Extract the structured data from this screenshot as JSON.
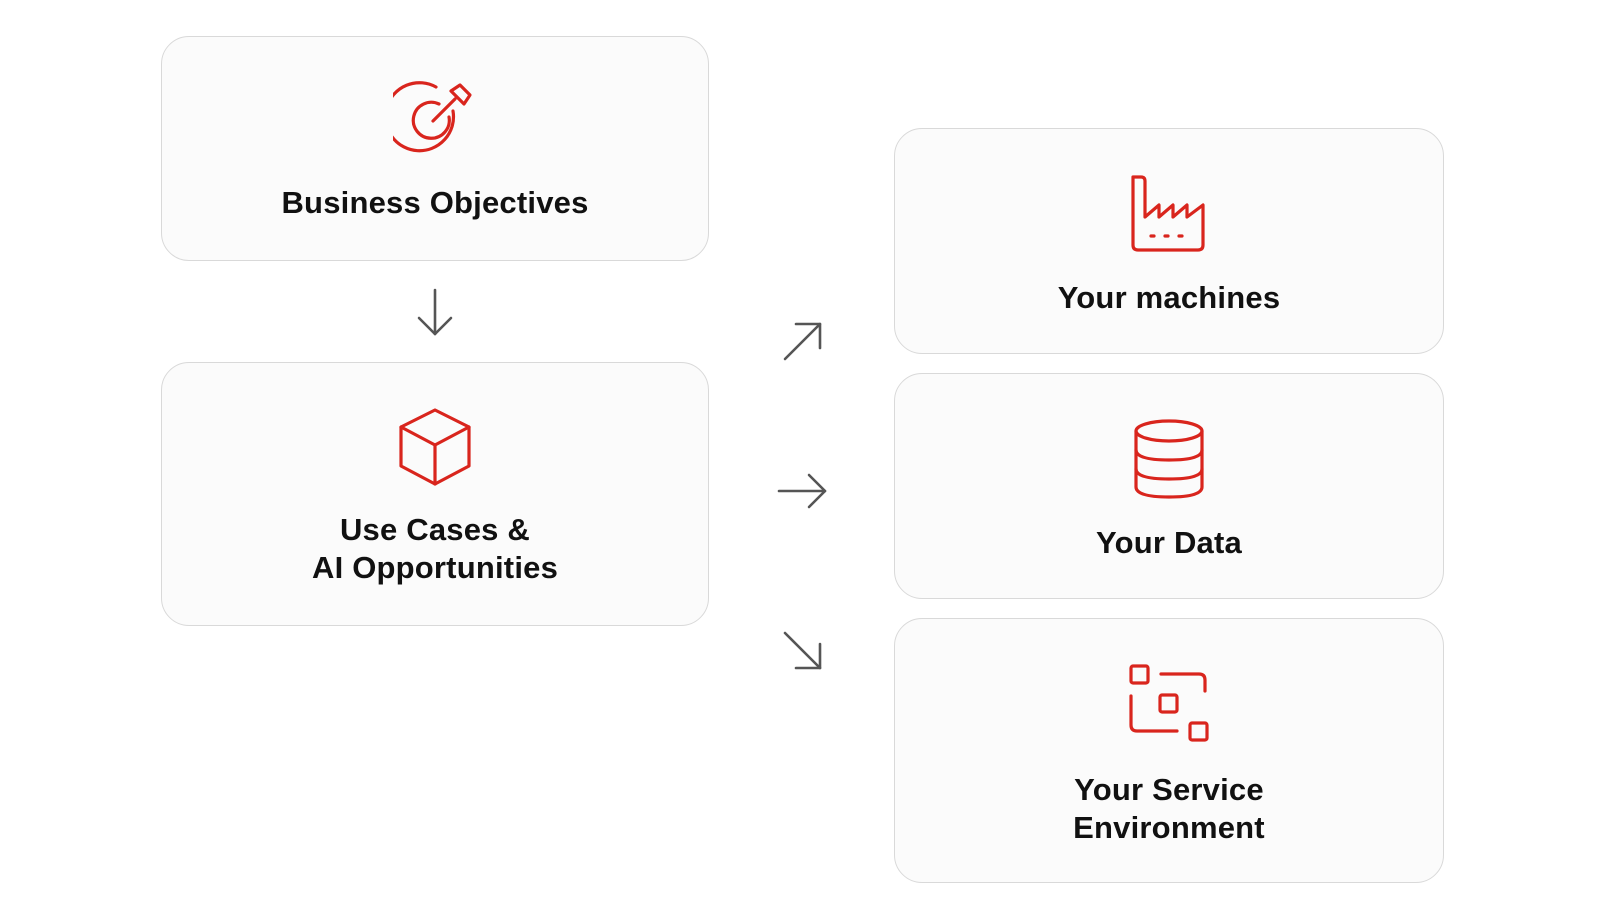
{
  "colors": {
    "accent": "#d9251d",
    "card_background": "#fbfbfb",
    "card_border": "#d9d9d9",
    "arrow": "#555555",
    "text": "#111111"
  },
  "left_column": {
    "business_objectives": {
      "icon": "target-arrow-icon",
      "label": "Business Objectives"
    },
    "use_cases": {
      "icon": "cube-icon",
      "label_line1": "Use Cases &",
      "label_line2": "AI Opportunities"
    }
  },
  "right_column": {
    "machines": {
      "icon": "factory-icon",
      "label": "Your machines"
    },
    "data": {
      "icon": "database-icon",
      "label": "Your Data"
    },
    "service_environment": {
      "icon": "network-nodes-icon",
      "label_line1": "Your Service",
      "label_line2": "Environment"
    }
  },
  "connectors": [
    "arrow-down-icon",
    "arrow-up-right-icon",
    "arrow-right-icon",
    "arrow-down-right-icon"
  ]
}
